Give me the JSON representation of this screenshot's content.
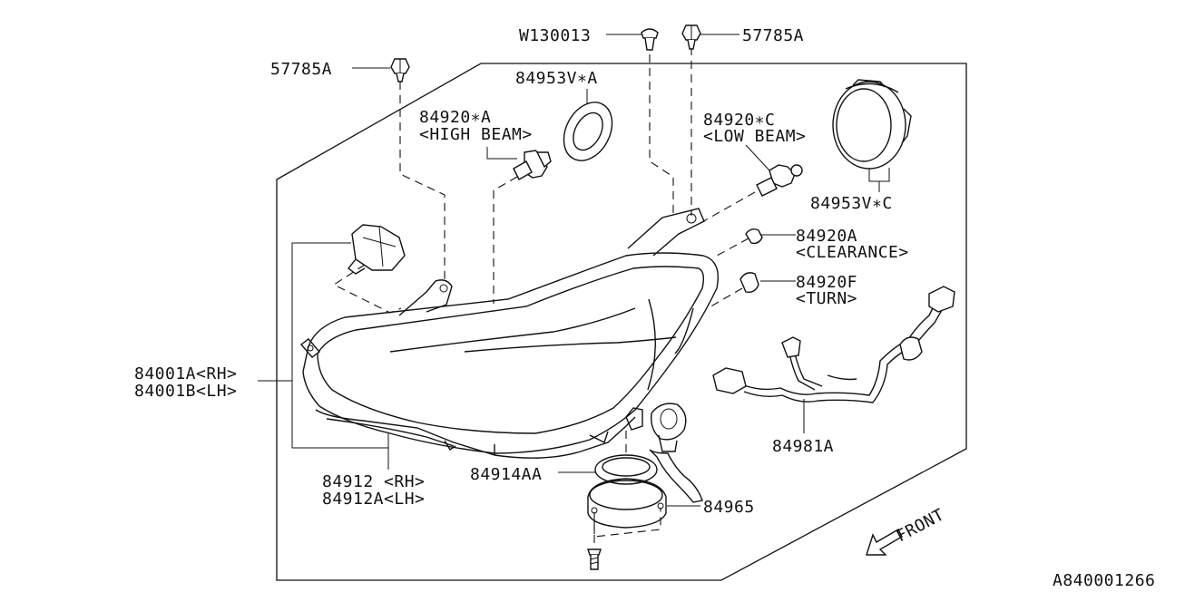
{
  "diagram_id": "A840001266",
  "front_label": "FRONT",
  "callouts": {
    "w130013": "W130013",
    "clip_right": "57785A",
    "clip_left": "57785A",
    "ring_top": "84953V∗A",
    "high_bulb": "84920∗A",
    "high_bulb_sub": "<HIGH BEAM>",
    "low_bulb": "84920∗C",
    "low_bulb_sub": "<LOW BEAM>",
    "ring_right": "84953V∗C",
    "clearance": "84920A",
    "clearance_sub": "<CLEARANCE>",
    "turn": "84920F",
    "turn_sub": "<TURN>",
    "assy_rh": "84001A<RH>",
    "assy_lh": "84001B<LH>",
    "harness": "84981A",
    "housing_rh": "84912 <RH>",
    "housing_lh": "84912A<LH>",
    "seal": "84914AA",
    "bracket": "84965"
  }
}
